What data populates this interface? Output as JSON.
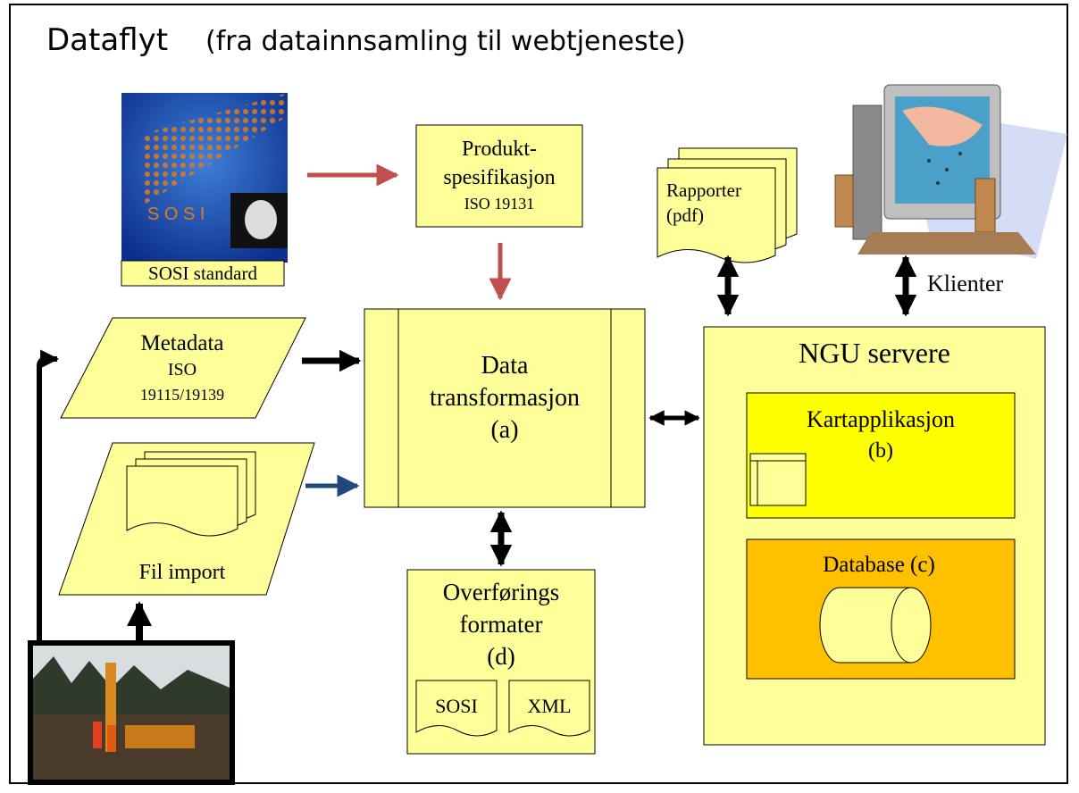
{
  "title": "Dataflyt",
  "subtitle": "(fra datainnsamling til webtjeneste)",
  "sosi_image": {
    "banner_text": "S O S I",
    "caption": "SOSI standard"
  },
  "produkt": {
    "line1": "Produkt-",
    "line2": "spesifikasjon",
    "line3": "ISO 19131"
  },
  "rapporter": {
    "line1": "Rapporter",
    "line2": "(pdf)"
  },
  "klienter_label": "Klienter",
  "metadata": {
    "line1": "Metadata",
    "line2": "ISO",
    "line3": "19115/19139"
  },
  "fil_import": {
    "label": "Fil import"
  },
  "transform": {
    "line1": "Data",
    "line2": "transformasjon",
    "line3": "(a)"
  },
  "overforing": {
    "line1": "Overførings",
    "line2": "formater",
    "line3": "(d)",
    "doc1": "SOSI",
    "doc2": "XML"
  },
  "ngu": {
    "title": "NGU servere",
    "kart": {
      "line1": "Kartapplikasjon",
      "line2": "(b)"
    },
    "database": {
      "label": "Database  (c)"
    }
  },
  "colors": {
    "box_fill": "#ffff99",
    "kart_fill": "#ffff00",
    "db_fill": "#ffc000",
    "red_arrow": "#c0504d",
    "blue_arrow": "#1f497d"
  }
}
